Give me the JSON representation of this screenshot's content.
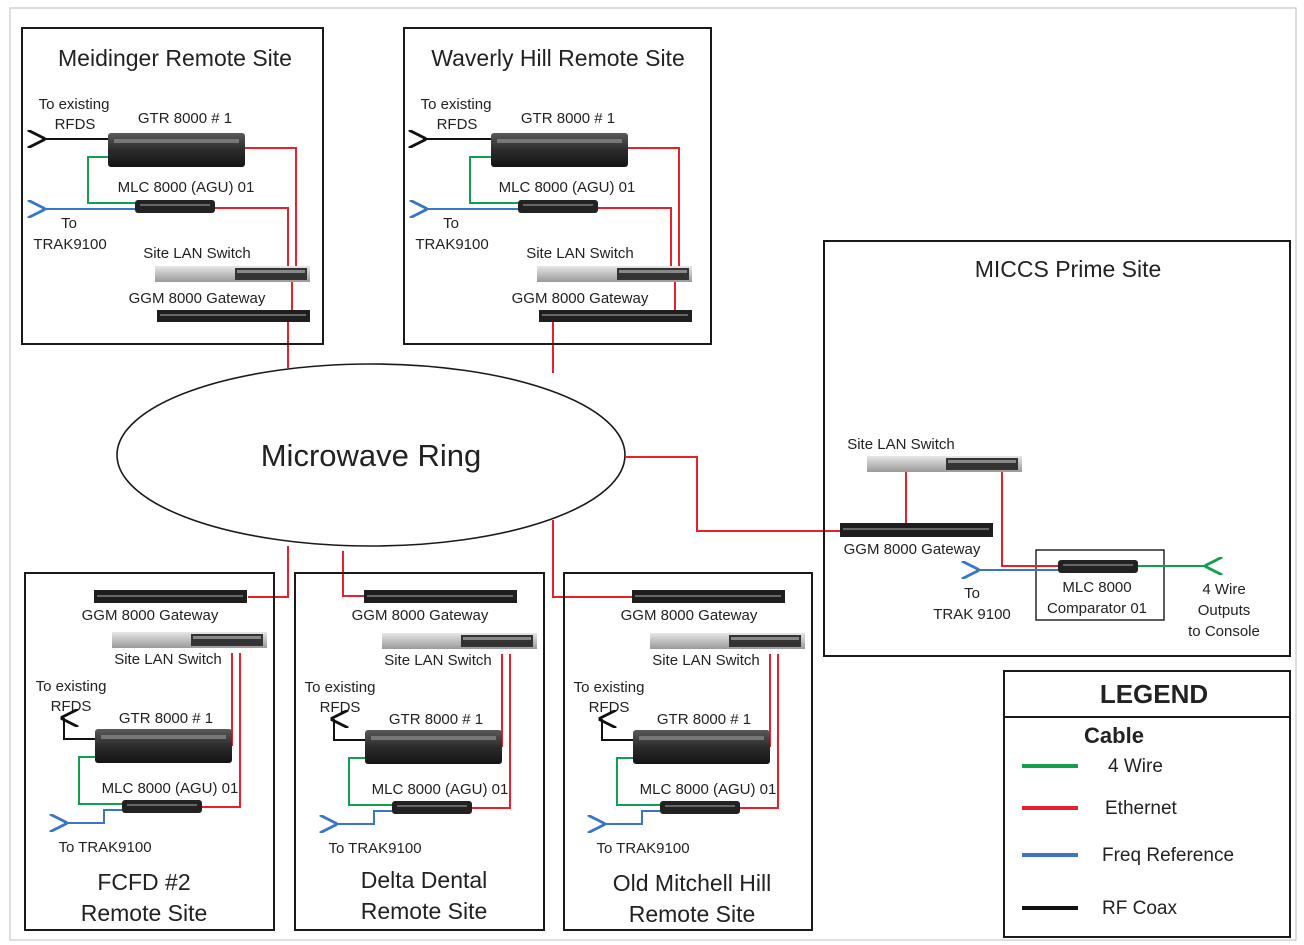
{
  "ring": {
    "label": "Microwave Ring"
  },
  "sites": {
    "meidinger": {
      "title": "Meidinger Remote Site",
      "existing": [
        "To existing",
        "RFDS"
      ],
      "gtr": "GTR 8000 # 1",
      "mlc": "MLC 8000 (AGU) 01",
      "trak": [
        "To",
        "TRAK9100"
      ],
      "switch": "Site LAN Switch",
      "ggm": "GGM 8000 Gateway"
    },
    "waverly": {
      "title": "Waverly Hill Remote Site",
      "existing": [
        "To existing",
        "RFDS"
      ],
      "gtr": "GTR 8000 # 1",
      "mlc": "MLC 8000 (AGU) 01",
      "trak": [
        "To",
        "TRAK9100"
      ],
      "switch": "Site LAN Switch",
      "ggm": "GGM 8000 Gateway"
    },
    "miccs": {
      "title": "MICCS Prime Site",
      "switch": "Site LAN Switch",
      "ggm": "GGM 8000 Gateway",
      "trak": [
        "To",
        "TRAK 9100"
      ],
      "mlc": [
        "MLC 8000",
        "Comparator 01"
      ],
      "outputs": [
        "4 Wire",
        "Outputs",
        "to Console"
      ]
    },
    "fcfd": {
      "title": [
        "FCFD #2",
        "Remote Site"
      ],
      "ggm": "GGM 8000 Gateway",
      "switch": "Site LAN Switch",
      "existing": [
        "To existing",
        "RFDS"
      ],
      "gtr": "GTR 8000 # 1",
      "mlc": "MLC 8000 (AGU) 01",
      "trak": "To TRAK9100"
    },
    "delta": {
      "title": [
        "Delta Dental",
        "Remote Site"
      ],
      "ggm": "GGM 8000 Gateway",
      "switch": "Site LAN Switch",
      "existing": [
        "To existing",
        "RFDS"
      ],
      "gtr": "GTR 8000 # 1",
      "mlc": "MLC 8000 (AGU) 01",
      "trak": "To TRAK9100"
    },
    "mitchell": {
      "title": [
        "Old Mitchell Hill",
        "Remote Site"
      ],
      "ggm": "GGM 8000 Gateway",
      "switch": "Site LAN Switch",
      "existing": [
        "To existing",
        "RFDS"
      ],
      "gtr": "GTR 8000 # 1",
      "mlc": "MLC 8000 (AGU) 01",
      "trak": "To TRAK9100"
    }
  },
  "legend": {
    "title": "LEGEND",
    "subtitle": "Cable",
    "items": [
      {
        "label": "4 Wire",
        "color": "#12a050"
      },
      {
        "label": "Ethernet",
        "color": "#e8202a"
      },
      {
        "label": "Freq Reference",
        "color": "#3a76c8"
      },
      {
        "label": "RF Coax",
        "color": "#111111"
      }
    ]
  }
}
